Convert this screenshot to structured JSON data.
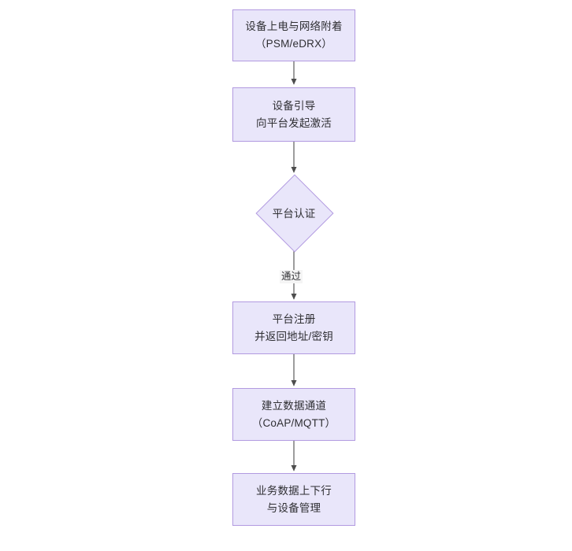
{
  "diagram": {
    "type": "flowchart",
    "orientation": "top-to-bottom",
    "background_color": "#ffffff",
    "node_fill_color": "#e9e6fa",
    "node_border_color": "#b29ae0",
    "text_color": "#2f2f33",
    "connector_color": "#4d4d4d",
    "nodes": [
      {
        "id": "power-on",
        "shape": "rectangle",
        "line1": "设备上电与网络附着",
        "line2": "（PSM/eDRX）"
      },
      {
        "id": "bootstrap",
        "shape": "rectangle",
        "line1": "设备引导",
        "line2": "向平台发起激活"
      },
      {
        "id": "auth",
        "shape": "diamond",
        "line1": "平台认证",
        "line2": ""
      },
      {
        "id": "register",
        "shape": "rectangle",
        "line1": "平台注册",
        "line2": "并返回地址/密钥"
      },
      {
        "id": "channel",
        "shape": "rectangle",
        "line1": "建立数据通道",
        "line2": "（CoAP/MQTT）"
      },
      {
        "id": "data-mgmt",
        "shape": "rectangle",
        "line1": "业务数据上下行",
        "line2": "与设备管理"
      }
    ],
    "edges": [
      {
        "id": "e1",
        "from": "power-on",
        "to": "bootstrap",
        "label": ""
      },
      {
        "id": "e2",
        "from": "bootstrap",
        "to": "auth",
        "label": ""
      },
      {
        "id": "e3",
        "from": "auth",
        "to": "register",
        "label": "通过"
      },
      {
        "id": "e4",
        "from": "register",
        "to": "channel",
        "label": ""
      },
      {
        "id": "e5",
        "from": "channel",
        "to": "data-mgmt",
        "label": ""
      }
    ]
  }
}
